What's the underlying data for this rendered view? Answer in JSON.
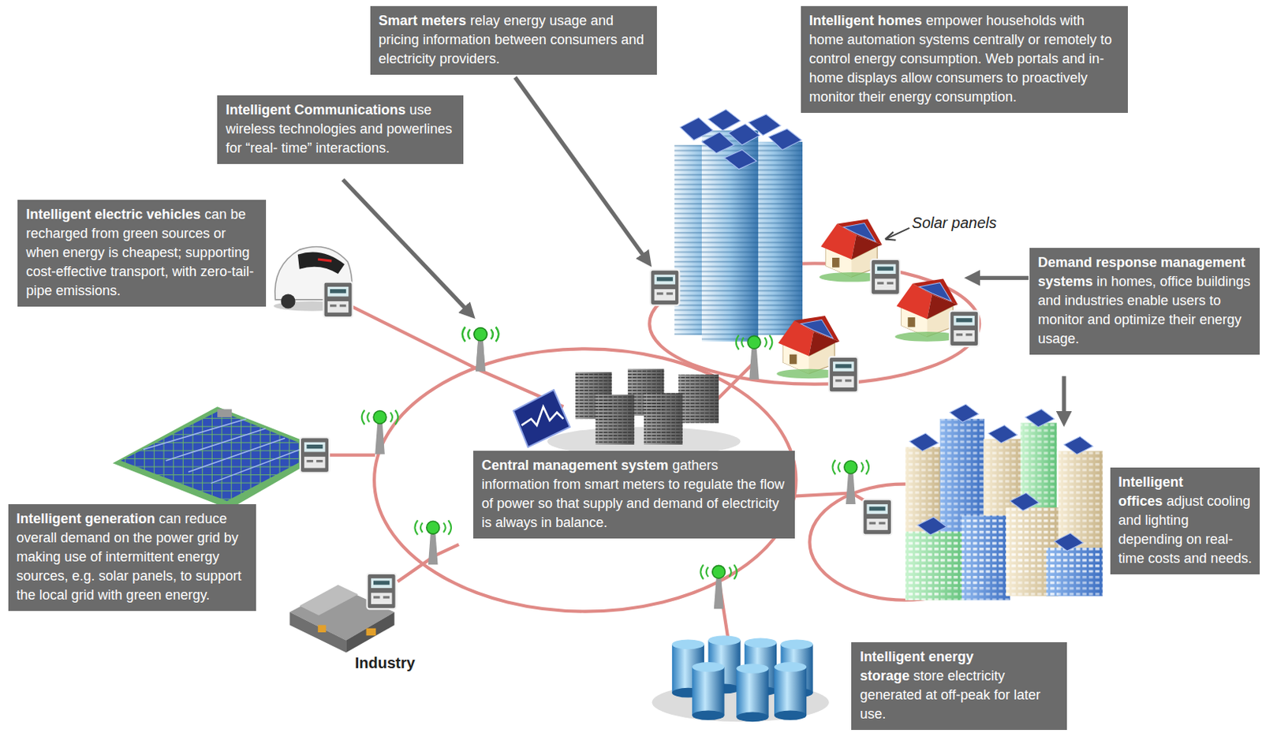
{
  "diagram": {
    "nodes": [
      {
        "text": [
          "Smart meters",
          "relay energy usage and pricing information between consumers and electricity providers."
        ]
      },
      {
        "text": [
          "Intelligent homes",
          "empower households with home automation systems centrally or remotely to control energy consumption. Web portals and in-home displays allow consumers to proactively monitor their energy consumption."
        ]
      },
      {
        "text": [
          "Intelligent Communications",
          "use wireless technologies and powerlines for “real- time” interactions."
        ]
      },
      {
        "text": [
          "Intelligent electric vehicles",
          "can be recharged from green sources or when energy is cheapest; supporting cost-effective transport, with zero-tail-pipe emissions."
        ]
      },
      {
        "text": [
          "Demand response management systems",
          "in homes, office buildings and industries enable users to monitor and optimize their energy usage."
        ]
      },
      {
        "text": [
          "Central management system",
          "gathers information from smart meters to regulate the flow of power so that supply and demand of electricity is always in balance."
        ]
      },
      {
        "text": [
          "Intelligent generation",
          "can reduce overall demand on the power grid by making use of intermittent energy sources, e.g. solar panels, to support the local grid with green energy."
        ]
      },
      {
        "text": [
          "Intelligent offices",
          "adjust cooling and lighting depending on real-time costs and needs."
        ]
      },
      {
        "text": [
          "Intelligent energy storage",
          "store electricity generated at off-peak for later use."
        ]
      }
    ],
    "labels": [
      "Solar panels",
      "Industry"
    ]
  }
}
